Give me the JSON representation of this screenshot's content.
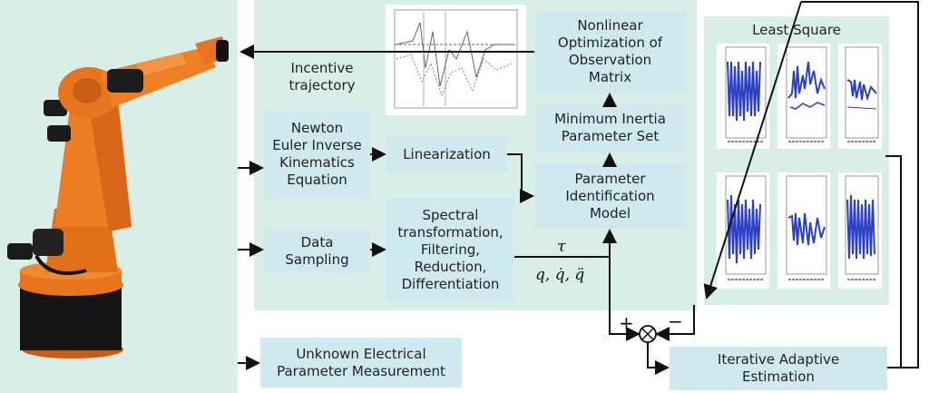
{
  "nodes": {
    "incentive_trajectory": "Incentive\ntrajectory",
    "nonlinear_optimization": "Nonlinear\nOptimization of\nObservation\nMatrix",
    "minimum_inertia": "Minimum Inertia\nParameter Set",
    "newton_euler": "Newton\nEuler Inverse\nKinematics\nEquation",
    "linearization": "Linearization",
    "parameter_identification": "Parameter\nIdentification\nModel",
    "data_sampling": "Data\nSampling",
    "spectral": "Spectral\ntransformation,\nFiltering,\nReduction,\nDifferentiation",
    "least_square": "Least Square",
    "unknown_electrical": "Unknown Electrical\nParameter Measurement",
    "iterative_adaptive": "Iterative Adaptive\nEstimation"
  },
  "symbols": {
    "tau": "τ",
    "q_vars": "q, q̇, q̈",
    "plus": "+",
    "minus": "−",
    "sum_junction": "⊗"
  },
  "colors": {
    "robot_orange": "#e8741e",
    "panel_green": "#d9eee6",
    "box_blue": "#cfe9ef",
    "plot_blue": "#2b3fc4"
  }
}
